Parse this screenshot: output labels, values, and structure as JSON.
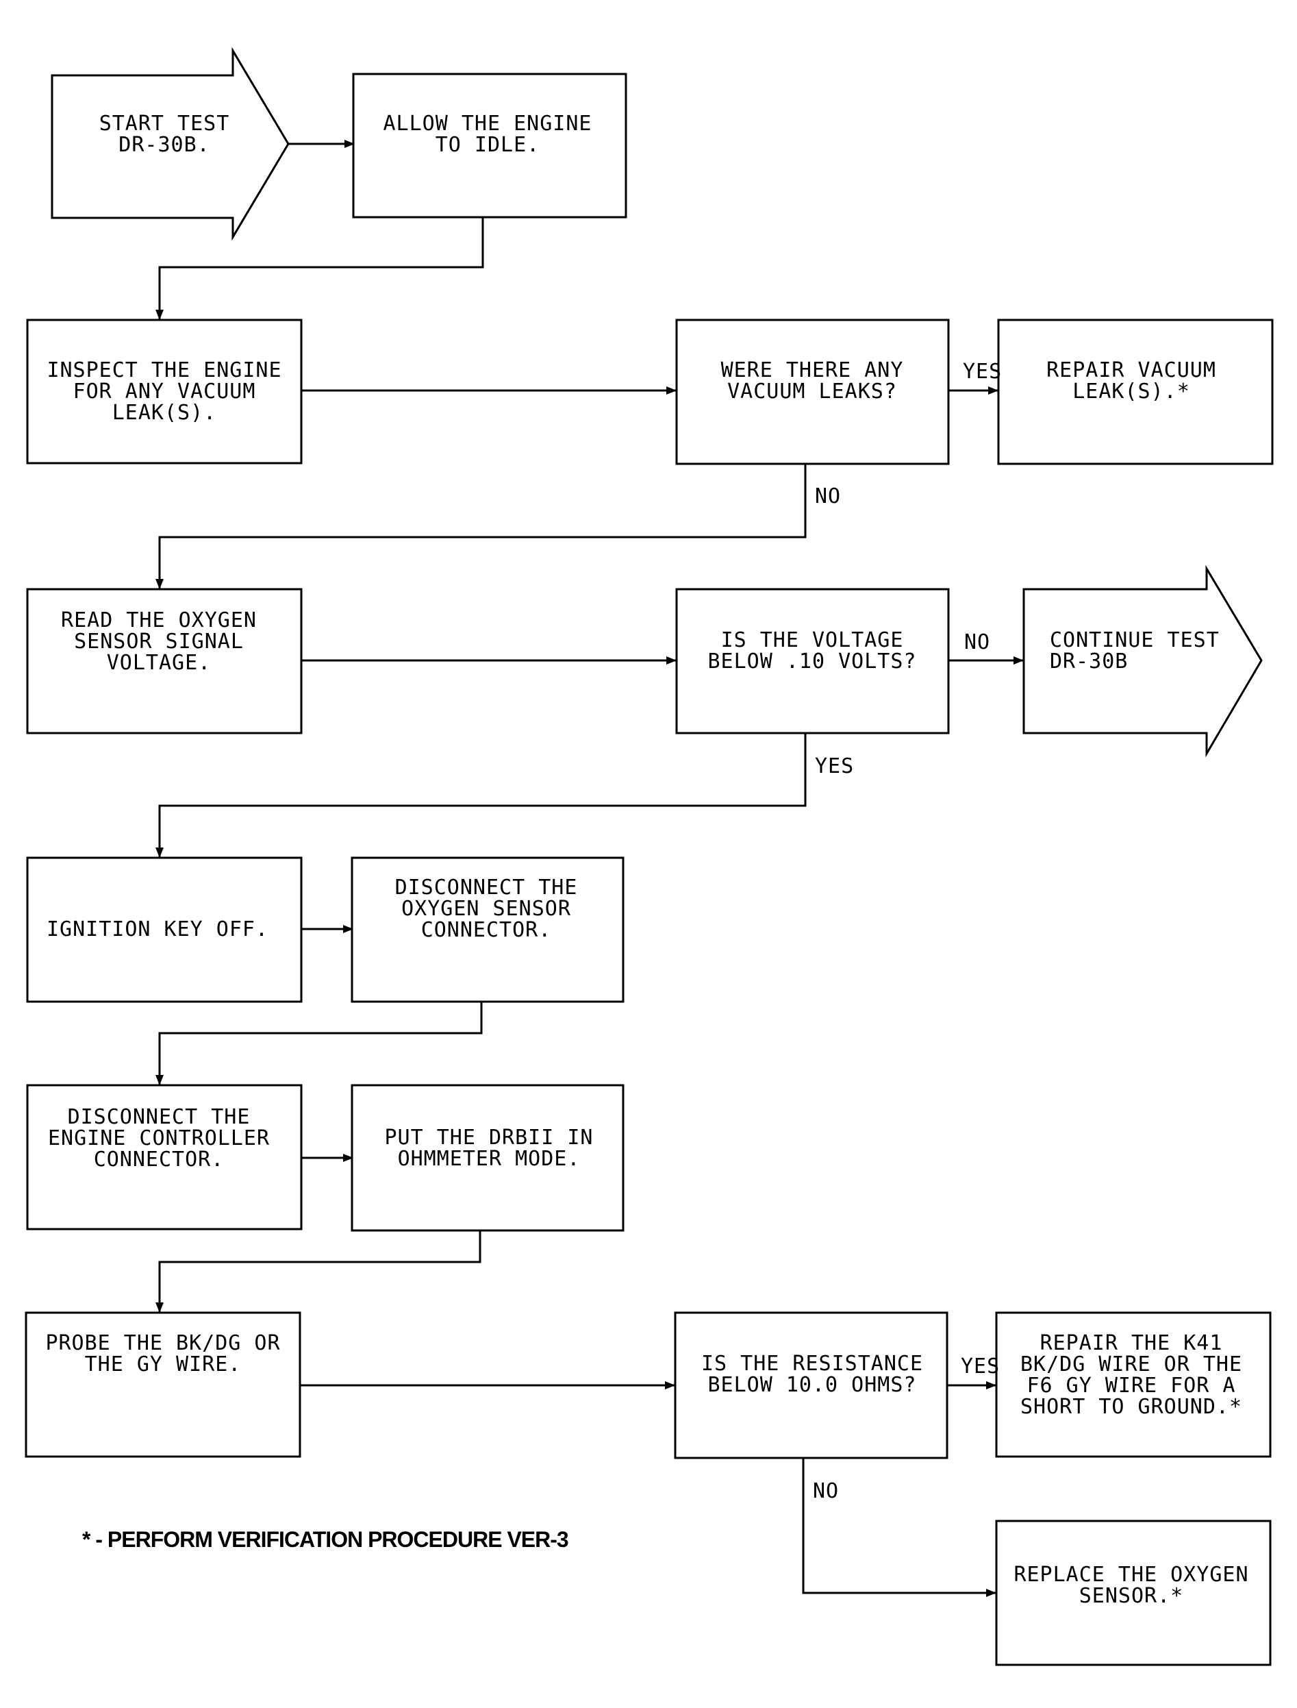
{
  "nodes": {
    "start_test": [
      "START TEST",
      "DR-30B."
    ],
    "allow_idle": [
      "ALLOW THE ENGINE",
      "TO IDLE."
    ],
    "inspect_engine": [
      "INSPECT THE ENGINE",
      "FOR ANY VACUUM",
      "LEAK(S)."
    ],
    "vacuum_leaks_q": [
      "WERE THERE ANY",
      "VACUUM LEAKS?"
    ],
    "repair_vacuum": [
      "REPAIR VACUUM",
      "LEAK(S).*"
    ],
    "read_oxygen": [
      "READ THE OXYGEN",
      "SENSOR SIGNAL",
      "VOLTAGE."
    ],
    "voltage_q": [
      "IS THE VOLTAGE",
      "BELOW .10 VOLTS?"
    ],
    "continue_test": [
      "CONTINUE TEST",
      "DR-30B"
    ],
    "ignition_off": [
      "IGNITION KEY OFF."
    ],
    "disconnect_o2": [
      "DISCONNECT THE",
      "OXYGEN SENSOR",
      "CONNECTOR."
    ],
    "disconnect_ecu": [
      "DISCONNECT THE",
      "ENGINE CONTROLLER",
      "CONNECTOR."
    ],
    "drbii_ohm": [
      "PUT THE DRBII IN",
      "OHMMETER MODE."
    ],
    "probe_wire": [
      "PROBE THE BK/DG OR",
      "THE GY WIRE."
    ],
    "resistance_q": [
      "IS THE RESISTANCE",
      "BELOW 10.0 OHMS?"
    ],
    "repair_k41": [
      "REPAIR THE K41",
      "BK/DG WIRE OR THE",
      "F6 GY WIRE FOR A",
      "SHORT TO GROUND.*"
    ],
    "replace_o2": [
      "REPLACE THE OXYGEN",
      "SENSOR.*"
    ]
  },
  "edge_labels": {
    "vacuum_yes": "YES",
    "vacuum_no": "NO",
    "voltage_no": "NO",
    "voltage_yes": "YES",
    "resistance_yes": "YES",
    "resistance_no": "NO"
  },
  "footnote": "* - PERFORM VERIFICATION PROCEDURE VER-3"
}
